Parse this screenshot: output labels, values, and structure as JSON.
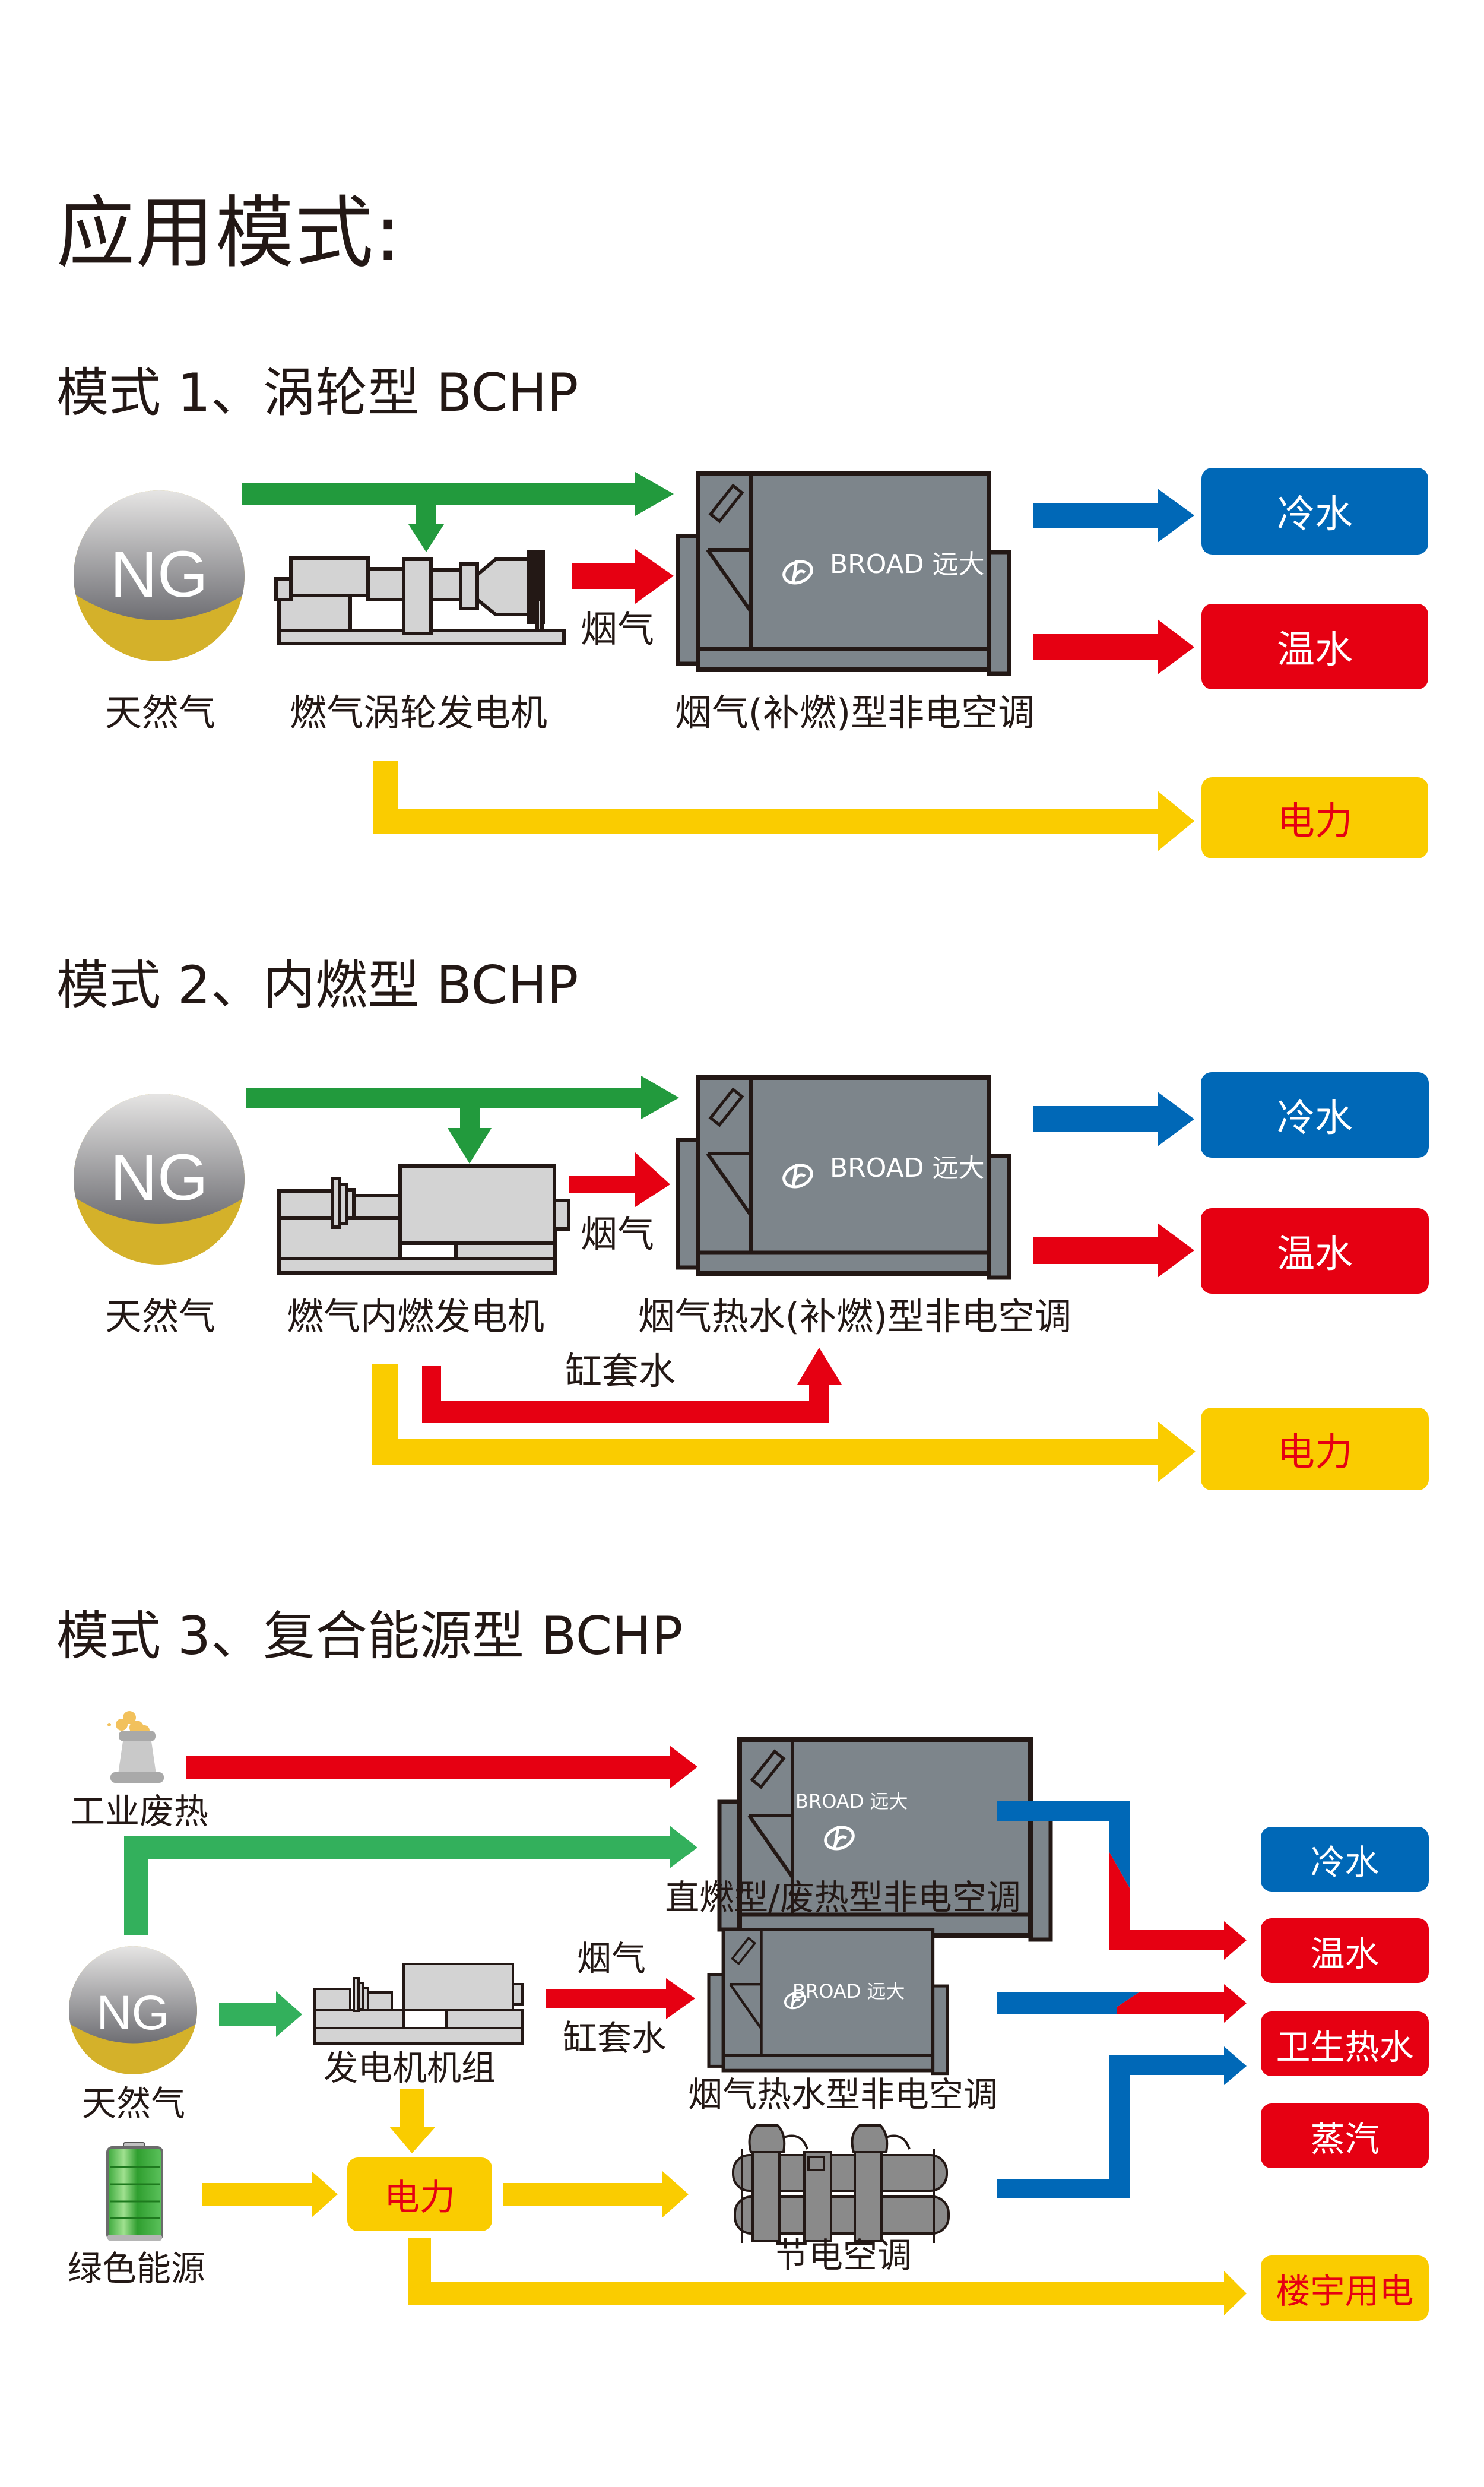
{
  "page_title": "应用模式:",
  "colors": {
    "green": "#229a3d",
    "green_light": "#33b05c",
    "red": "#e60012",
    "blue": "#0068b7",
    "yellow": "#facc00",
    "chiller_gray": "#7d858b",
    "machine_gray": "#d3d3d3",
    "ng_gold": "#d4b12a"
  },
  "mode1": {
    "title": "模式 1、涡轮型 BCHP",
    "source": {
      "icon": "NG",
      "label": "天然气"
    },
    "generator_label": "燃气涡轮发电机",
    "flue_label": "烟气",
    "chiller": {
      "brand": "BROAD 远大",
      "label": "烟气(补燃)型非电空调"
    },
    "outputs": [
      "冷水",
      "温水",
      "电力"
    ]
  },
  "mode2": {
    "title": "模式 2、内燃型 BCHP",
    "source": {
      "icon": "NG",
      "label": "天然气"
    },
    "generator_label": "燃气内燃发电机",
    "flue_label": "烟气",
    "jacket_water_label": "缸套水",
    "chiller": {
      "brand": "BROAD 远大",
      "label": "烟气热水(补燃)型非电空调"
    },
    "outputs": [
      "冷水",
      "温水",
      "电力"
    ]
  },
  "mode3": {
    "title": "模式 3、复合能源型 BCHP",
    "sources": [
      {
        "icon": "chimney",
        "label": "工业废热"
      },
      {
        "icon": "NG",
        "label": "天然气"
      },
      {
        "icon": "battery",
        "label": "绿色能源"
      }
    ],
    "generator_label": "发电机机组",
    "flue_label": "烟气",
    "jacket_water_label": "缸套水",
    "power_hub": "电力",
    "chillers": [
      {
        "brand": "BROAD 远大",
        "label": "直燃型/废热型非电空调"
      },
      {
        "brand": "BROAD 远大",
        "label": "烟气热水型非电空调"
      },
      {
        "label": "节电空调"
      }
    ],
    "outputs": [
      "冷水",
      "温水",
      "卫生热水",
      "蒸汽",
      "楼宇用电"
    ]
  }
}
